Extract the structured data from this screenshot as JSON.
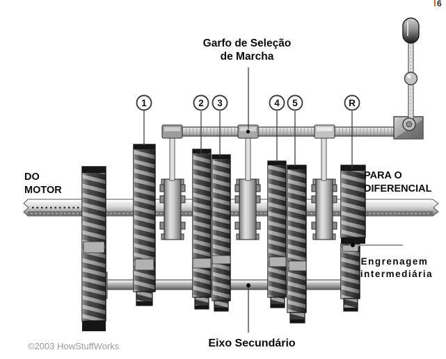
{
  "labels": {
    "selector_fork_line1": "Garfo de Seleção",
    "selector_fork_line2": "de Marcha",
    "from_engine_line1": "DO",
    "from_engine_line2": "MOTOR",
    "to_differential_line1": "PARA O",
    "to_differential_line2": "DIFERENCIAL",
    "idler_gear_line1": "Engrenagem",
    "idler_gear_line2": "intermediária",
    "countershaft": "Eixo Secundário",
    "copyright": "©2003 HowStuffWorks",
    "page_fragment": "6"
  },
  "gear_markers": [
    "1",
    "2",
    "3",
    "4",
    "5",
    "R"
  ],
  "colors": {
    "background": "#ffffff",
    "gear_stripe_dark": "#383838",
    "gear_stripe_light": "#9f9f9f",
    "shaft_highlight": "#f5f5f5",
    "shaft_shadow": "#707070",
    "outline": "#1a1a1a",
    "leader_line": "#3f3f3f",
    "idler_leader_line": "#9a9a9a",
    "label_text": "#0a0a0a",
    "copyright_text": "#9b9b9b",
    "fragment_accent": "#cc6622"
  }
}
